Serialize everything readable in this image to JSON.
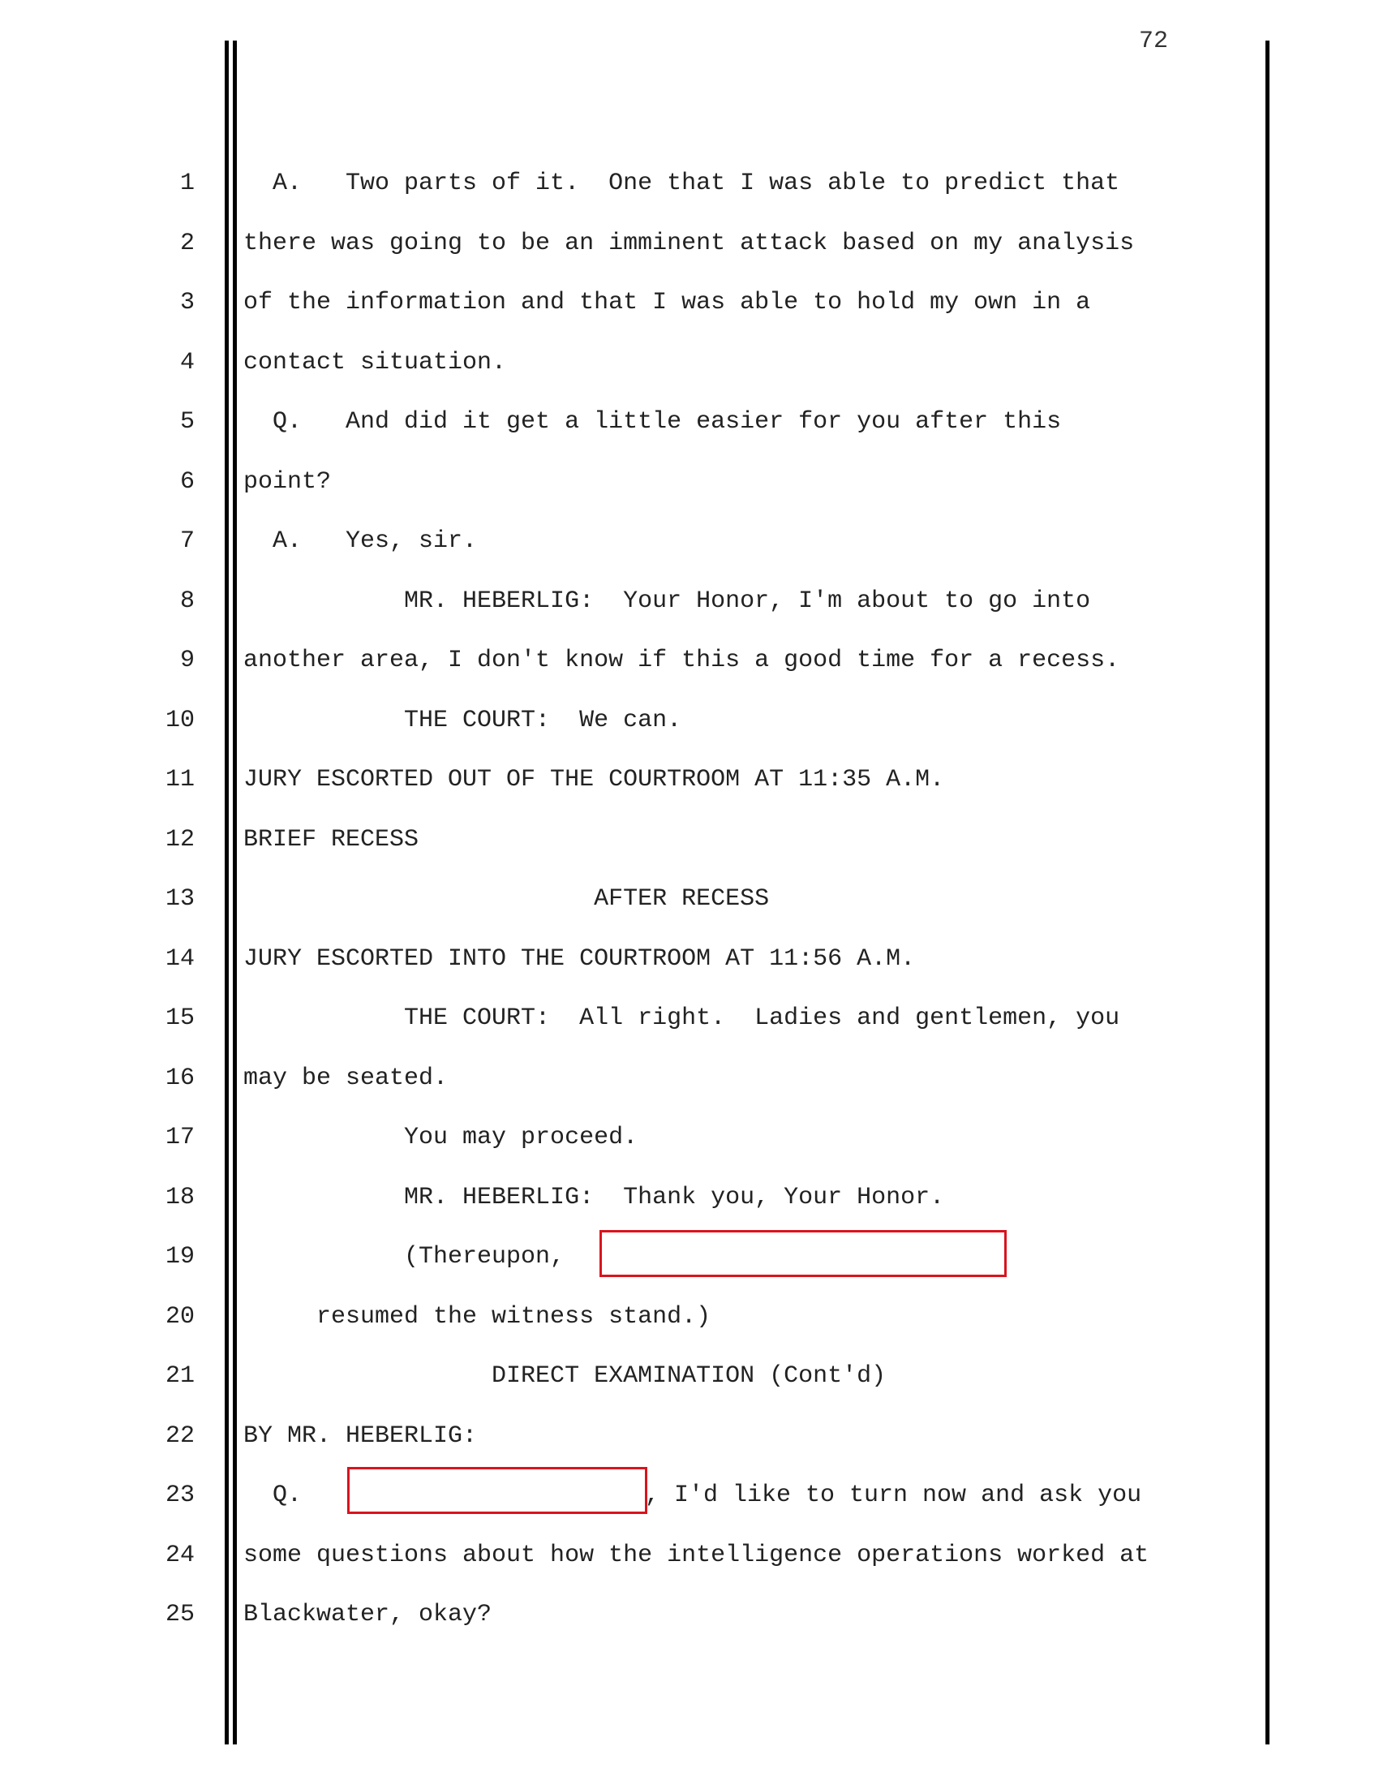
{
  "page_number": "72",
  "colors": {
    "redaction_border": "#d9141e",
    "text": "#222222",
    "rules": "#000000"
  },
  "lines": [
    {
      "num": "1",
      "text": "  A.   Two parts of it.  One that I was able to predict that"
    },
    {
      "num": "2",
      "text": "there was going to be an imminent attack based on my analysis"
    },
    {
      "num": "3",
      "text": "of the information and that I was able to hold my own in a"
    },
    {
      "num": "4",
      "text": "contact situation."
    },
    {
      "num": "5",
      "text": "  Q.   And did it get a little easier for you after this"
    },
    {
      "num": "6",
      "text": "point?"
    },
    {
      "num": "7",
      "text": "  A.   Yes, sir."
    },
    {
      "num": "8",
      "text": "           MR. HEBERLIG:  Your Honor, I'm about to go into"
    },
    {
      "num": "9",
      "text": "another area, I don't know if this a good time for a recess."
    },
    {
      "num": "10",
      "text": "           THE COURT:  We can."
    },
    {
      "num": "11",
      "text": "JURY ESCORTED OUT OF THE COURTROOM AT 11:35 A.M."
    },
    {
      "num": "12",
      "text": "BRIEF RECESS"
    },
    {
      "num": "13",
      "text": "                        AFTER RECESS"
    },
    {
      "num": "14",
      "text": "JURY ESCORTED INTO THE COURTROOM AT 11:56 A.M."
    },
    {
      "num": "15",
      "text": "           THE COURT:  All right.  Ladies and gentlemen, you"
    },
    {
      "num": "16",
      "text": "may be seated."
    },
    {
      "num": "17",
      "text": "           You may proceed."
    },
    {
      "num": "18",
      "text": "           MR. HEBERLIG:  Thank you, Your Honor."
    },
    {
      "num": "19",
      "text": "           (Thereupon,"
    },
    {
      "num": "20",
      "text": "     resumed the witness stand.)"
    },
    {
      "num": "21",
      "text": "                 DIRECT EXAMINATION (Cont'd)"
    },
    {
      "num": "22",
      "text": "BY MR. HEBERLIG:"
    },
    {
      "num": "23",
      "text": "  Q."
    },
    {
      "num": "24",
      "text": "some questions about how the intelligence operations worked at"
    },
    {
      "num": "25",
      "text": "Blackwater, okay?"
    }
  ],
  "line23_continuation": ", I'd like to turn now and ask you"
}
